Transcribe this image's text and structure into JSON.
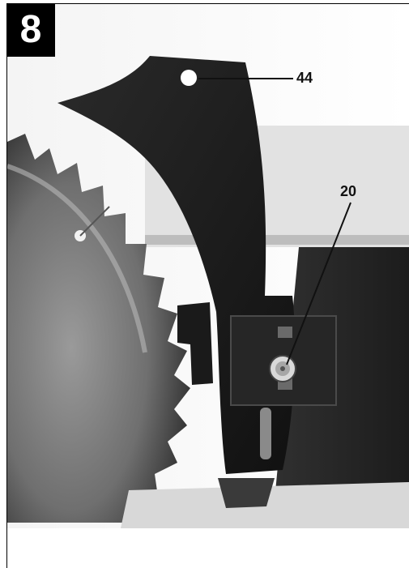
{
  "figure": {
    "number": "8",
    "callouts": [
      {
        "label": "44",
        "target": "mounting-hole"
      },
      {
        "label": "20",
        "target": "fixing-bolt"
      }
    ]
  },
  "colors": {
    "frame": "#000000",
    "badge_background": "#000000",
    "badge_text": "#ffffff",
    "callout_text": "#111111"
  }
}
